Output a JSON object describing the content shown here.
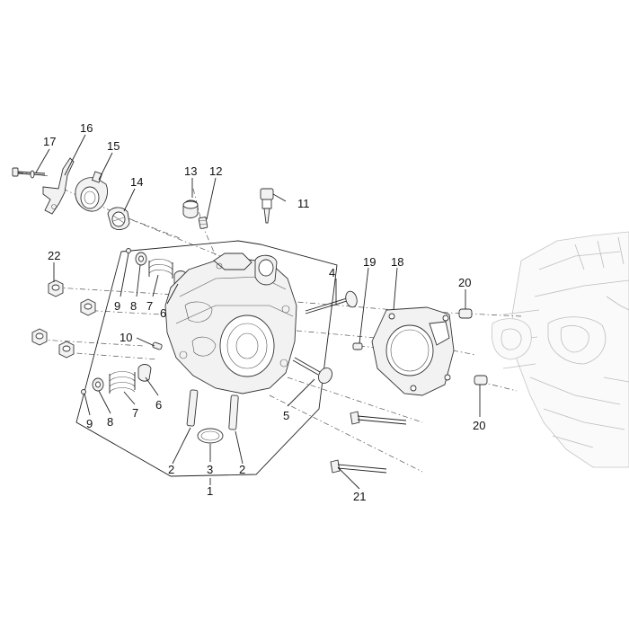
{
  "callouts": [
    {
      "id": "c17",
      "label": "17"
    },
    {
      "id": "c16",
      "label": "16"
    },
    {
      "id": "c15",
      "label": "15"
    },
    {
      "id": "c14",
      "label": "14"
    },
    {
      "id": "c13",
      "label": "13"
    },
    {
      "id": "c12",
      "label": "12"
    },
    {
      "id": "c11",
      "label": "11"
    },
    {
      "id": "c22",
      "label": "22"
    },
    {
      "id": "c9a",
      "label": "9"
    },
    {
      "id": "c8a",
      "label": "8"
    },
    {
      "id": "c7a",
      "label": "7"
    },
    {
      "id": "c6a",
      "label": "6"
    },
    {
      "id": "c10",
      "label": "10"
    },
    {
      "id": "c9b",
      "label": "9"
    },
    {
      "id": "c8b",
      "label": "8"
    },
    {
      "id": "c7b",
      "label": "7"
    },
    {
      "id": "c6b",
      "label": "6"
    },
    {
      "id": "c4",
      "label": "4"
    },
    {
      "id": "c5",
      "label": "5"
    },
    {
      "id": "c2a",
      "label": "2"
    },
    {
      "id": "c3",
      "label": "3"
    },
    {
      "id": "c2b",
      "label": "2"
    },
    {
      "id": "c1",
      "label": "1"
    },
    {
      "id": "c19",
      "label": "19"
    },
    {
      "id": "c18",
      "label": "18"
    },
    {
      "id": "c20a",
      "label": "20"
    },
    {
      "id": "c20b",
      "label": "20"
    },
    {
      "id": "c21",
      "label": "21"
    }
  ],
  "colors": {
    "ink": "#222222",
    "background": "#ffffff",
    "ghost": "#bdbdbd"
  }
}
